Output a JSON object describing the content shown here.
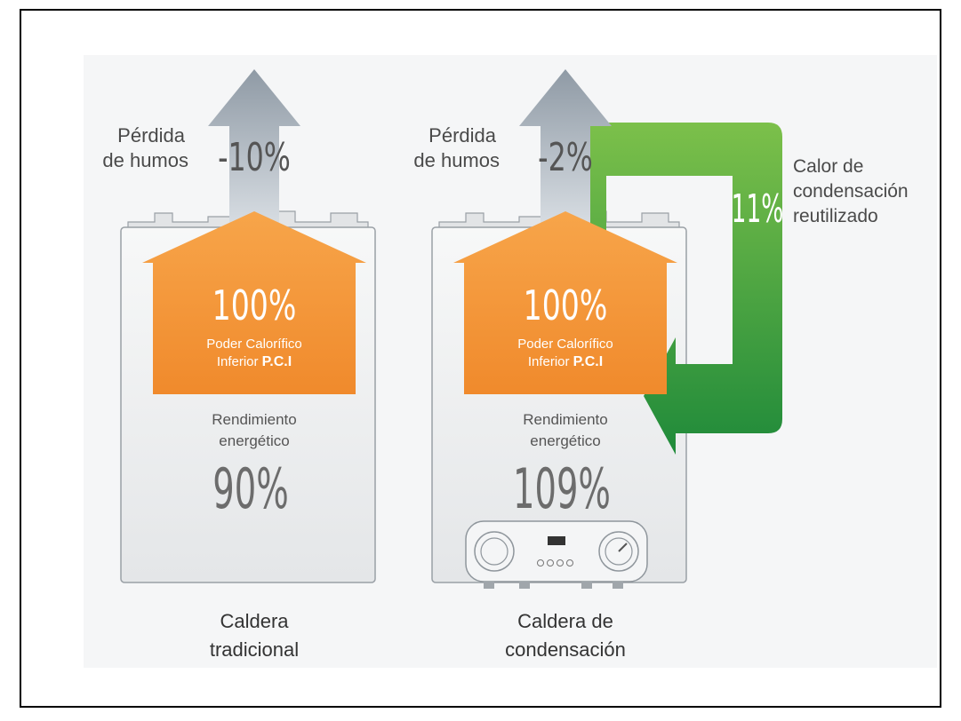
{
  "traditional": {
    "loss_label_line1": "Pérdida",
    "loss_label_line2": "de humos",
    "loss_percent": "-10%",
    "input_percent": "100%",
    "input_line1": "Poder Calorífico",
    "input_line2_prefix": "Inferior",
    "input_line2_bold": "P.C.I",
    "efficiency_line1": "Rendimiento",
    "efficiency_line2": "energético",
    "efficiency_percent": "90%",
    "caption_line1": "Caldera",
    "caption_line2": "tradicional"
  },
  "condensing": {
    "loss_label_line1": "Pérdida",
    "loss_label_line2": "de humos",
    "loss_percent": "-2%",
    "input_percent": "100%",
    "input_line1": "Poder Calorífico",
    "input_line2_prefix": "Inferior",
    "input_line2_bold": "P.C.I",
    "efficiency_line1": "Rendimiento",
    "efficiency_line2": "energético",
    "efficiency_percent": "109%",
    "caption_line1": "Caldera de",
    "caption_line2": "condensación",
    "recovered_percent": "11%",
    "recovered_line1": "Calor de",
    "recovered_line2": "condensación",
    "recovered_line3": "reutilizado"
  },
  "colors": {
    "orange": "#f39a3d",
    "green": "#2e9b3a",
    "gray_arrow": "#a9b2bc",
    "boiler_body": "#eceeef",
    "text": "#4a4a4a"
  }
}
